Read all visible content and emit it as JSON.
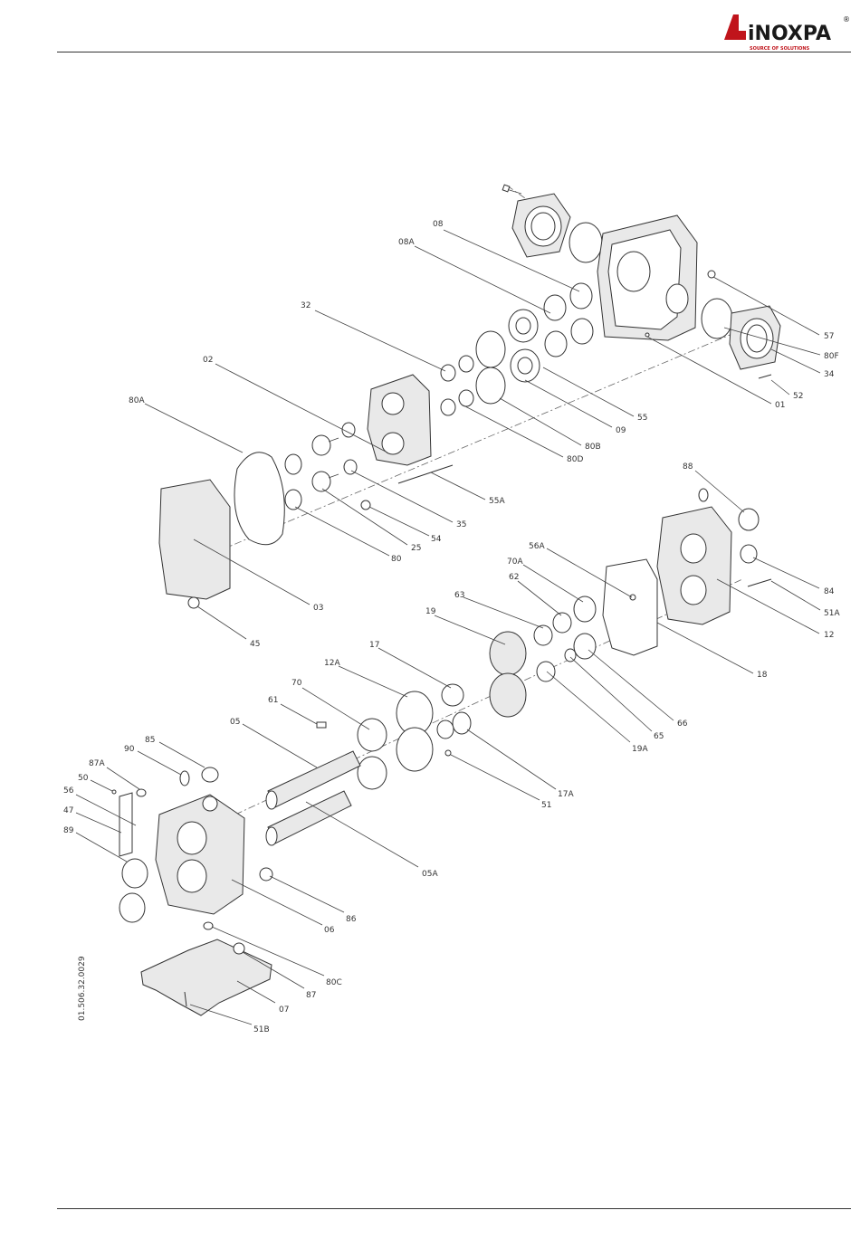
{
  "logo": {
    "brand": "iNOXPA",
    "registered": "®",
    "tagline": "SOURCE OF SOLUTIONS",
    "color": "#c0141b"
  },
  "drawing_number": "01.506.32.0029",
  "callouts": {
    "c08": "08",
    "c08A": "08A",
    "c32": "32",
    "c02": "02",
    "c80A": "80A",
    "c57": "57",
    "c80F": "80F",
    "c34": "34",
    "c52": "52",
    "c01": "01",
    "c55": "55",
    "c09": "09",
    "c80B": "80B",
    "c80D": "80D",
    "c55A": "55A",
    "c35": "35",
    "c54": "54",
    "c25": "25",
    "c80": "80",
    "c03": "03",
    "c45": "45",
    "c88": "88",
    "c84": "84",
    "c51A": "51A",
    "c12": "12",
    "c56A": "56A",
    "c70A": "70A",
    "c62": "62",
    "c63": "63",
    "c19": "19",
    "c18": "18",
    "c17": "17",
    "c12A": "12A",
    "c66": "66",
    "c65": "65",
    "c19A": "19A",
    "c70": "70",
    "c61": "61",
    "c05": "05",
    "c51": "51",
    "c17A": "17A",
    "c85": "85",
    "c90": "90",
    "c87A": "87A",
    "c50": "50",
    "c56": "56",
    "c47": "47",
    "c89": "89",
    "c05A": "05A",
    "c86": "86",
    "c06": "06",
    "c80C": "80C",
    "c87": "87",
    "c07": "07",
    "c51B": "51B"
  }
}
